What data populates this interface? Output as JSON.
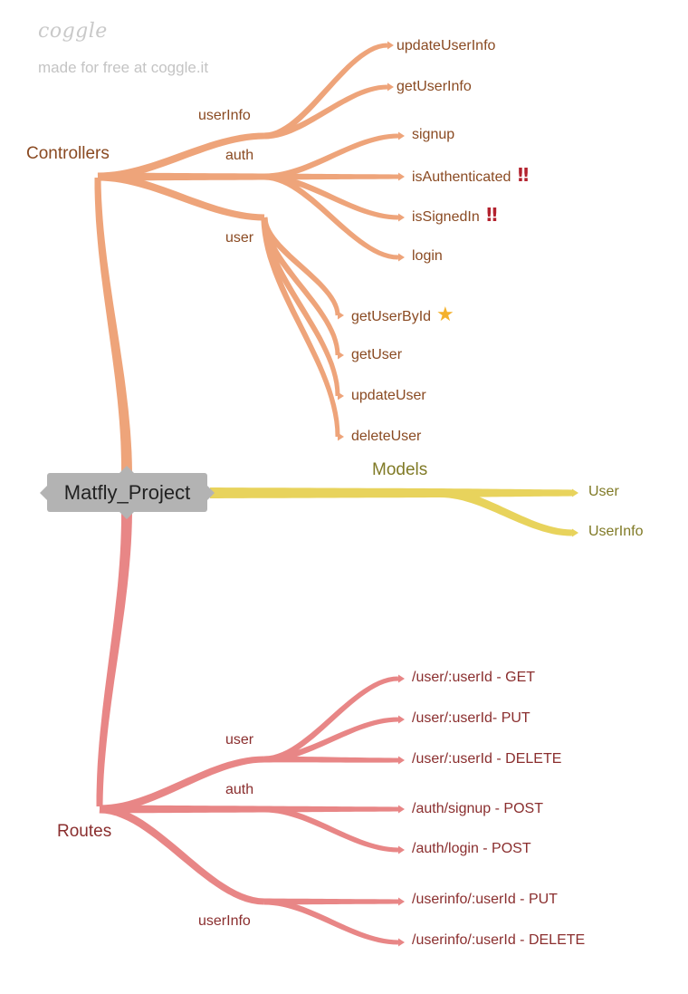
{
  "brand": {
    "logo_text": "coggle",
    "tagline": "made for free at coggle.it"
  },
  "root": {
    "label": "Matfly_Project"
  },
  "colors": {
    "controllers": "#eea47a",
    "models": "#e8d35c",
    "routes": "#e88686",
    "controllers_text": "#8a4a22",
    "models_text": "#807a26",
    "routes_text": "#8a2e2e",
    "root_bg": "#b3b3b3"
  },
  "controllers": {
    "label": "Controllers",
    "userInfo": {
      "label": "userInfo",
      "children": [
        "updateUserInfo",
        "getUserInfo"
      ]
    },
    "auth": {
      "label": "auth",
      "children": [
        {
          "label": "signup",
          "icon": ""
        },
        {
          "label": "isAuthenticated",
          "icon": "double-exclamation-icon"
        },
        {
          "label": "isSignedIn",
          "icon": "double-exclamation-icon"
        },
        {
          "label": "login",
          "icon": ""
        }
      ]
    },
    "user": {
      "label": "user",
      "children": [
        {
          "label": "getUserById",
          "icon": "star-icon"
        },
        {
          "label": "getUser",
          "icon": ""
        },
        {
          "label": "updateUser",
          "icon": ""
        },
        {
          "label": "deleteUser",
          "icon": ""
        }
      ]
    }
  },
  "models": {
    "label": "Models",
    "children": [
      "User",
      "UserInfo"
    ]
  },
  "routes": {
    "label": "Routes",
    "user": {
      "label": "user",
      "children": [
        "/user/:userId - GET",
        "/user/:userId- PUT",
        "/user/:userId - DELETE"
      ]
    },
    "auth": {
      "label": "auth",
      "children": [
        "/auth/signup - POST",
        "/auth/login - POST"
      ]
    },
    "userInfo": {
      "label": "userInfo",
      "children": [
        "/userinfo/:userId - PUT",
        "/userinfo/:userId - DELETE"
      ]
    }
  }
}
